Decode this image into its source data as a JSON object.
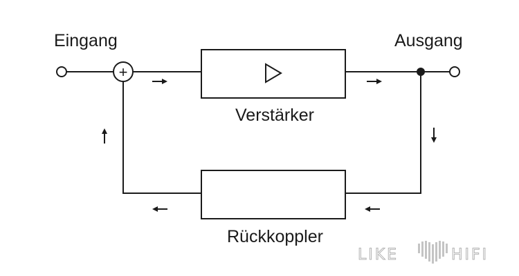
{
  "labels": {
    "input": "Eingang",
    "output": "Ausgang",
    "amplifier": "Verstärker",
    "feedback": "Rückkoppler"
  },
  "watermark": {
    "left": "LIKE",
    "right": "HIFI"
  },
  "colors": {
    "line": "#1a1a1a",
    "background": "#ffffff",
    "watermark": "#b3b3b3"
  },
  "symbols": {
    "summing_junction": "+"
  }
}
